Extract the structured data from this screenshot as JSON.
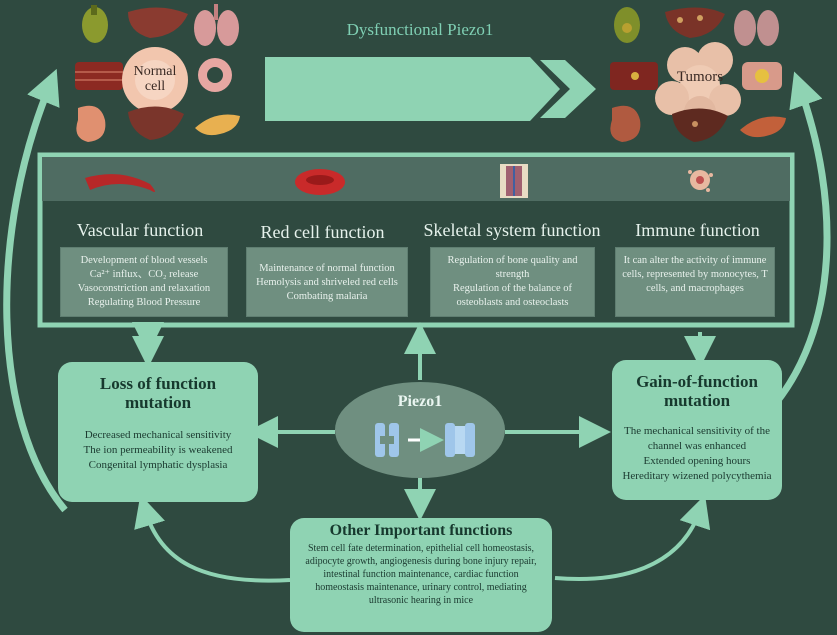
{
  "title": "Dysfunctional Piezo1",
  "normal_cell": {
    "label_line1": "Normal",
    "label_line2": "cell"
  },
  "tumor": {
    "label": "Tumors"
  },
  "functions": [
    {
      "title": "Vascular function",
      "lines": [
        "Development of blood vessels",
        "Ca²⁺ influx、CO₂ release",
        "Vasoconstriction and relaxation",
        "Regulating Blood Pressure"
      ]
    },
    {
      "title": "Red cell function",
      "lines": [
        "Maintenance of normal function",
        "Hemolysis and shriveled red cells",
        "Combating malaria"
      ]
    },
    {
      "title": "Skeletal system function",
      "lines": [
        "Regulation of bone quality and strength",
        "Regulation of the balance of osteoblasts and osteoclasts"
      ]
    },
    {
      "title": "Immune function",
      "lines": [
        "It can alter the activity of immune cells, represented by monocytes, T cells, and macrophages"
      ]
    }
  ],
  "loss": {
    "title": "Loss of function mutation",
    "lines": [
      "Decreased mechanical sensitivity",
      "The ion permeability is weakened",
      "Congenital lymphatic dysplasia"
    ]
  },
  "gain": {
    "title": "Gain-of-function mutation",
    "lines": [
      "The mechanical sensitivity of the channel was enhanced",
      "Extended opening hours",
      "Hereditary wizened polycythemia"
    ]
  },
  "piezo": {
    "label": "Piezo1"
  },
  "other": {
    "title": "Other Important functions",
    "text": "Stem cell fate determination, epithelial cell homeostasis, adipocyte growth, angiogenesis during bone injury repair, intestinal function maintenance, cardiac function homeostasis maintenance, urinary control, mediating ultrasonic hearing in mice"
  },
  "colors": {
    "background": "#2f4a40",
    "accent": "#8fd3b3",
    "box": "#6f8f80",
    "title": "#7fcfb3"
  },
  "icons": [
    "gallbladder-icon",
    "liver-icon",
    "lung-icon",
    "vessel-icon",
    "stomach-icon",
    "intestine-icon",
    "pancreas-icon",
    "blood-vessel-icon",
    "red-blood-cell-icon",
    "bone-icon",
    "immune-cell-icon",
    "ion-channel-icon"
  ]
}
